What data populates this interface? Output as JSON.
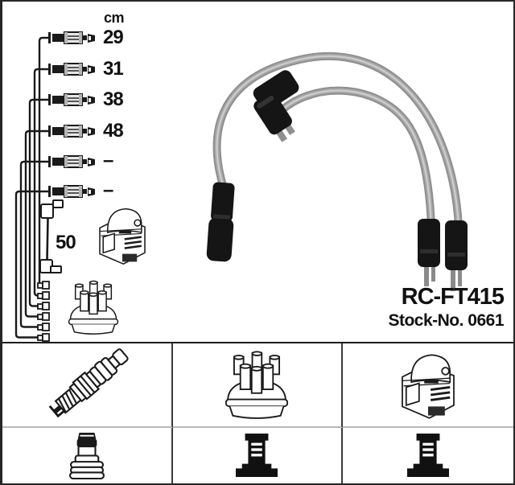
{
  "measurements": {
    "unit_label": "cm",
    "cable_rows": [
      {
        "length": "29"
      },
      {
        "length": "31"
      },
      {
        "length": "38"
      },
      {
        "length": "48"
      },
      {
        "length": "–"
      },
      {
        "length": "–"
      }
    ],
    "coil_wire_length": "50"
  },
  "product": {
    "part_number": "RC-FT415",
    "stock_label": "Stock-No. 0661"
  },
  "legend_icons": [
    {
      "name": "spark-plug-icon"
    },
    {
      "name": "distributor-cap-icon"
    },
    {
      "name": "ignition-coil-icon"
    },
    {
      "name": "spark-plug-boot-icon"
    },
    {
      "name": "distributor-terminal-boot-icon"
    },
    {
      "name": "coil-terminal-boot-icon"
    }
  ],
  "colors": {
    "ink": "#1a1a1a",
    "cable_gray": "#949494",
    "grid_line_dark": "#3a3a3a",
    "grid_line_light": "#b7b7b7"
  }
}
